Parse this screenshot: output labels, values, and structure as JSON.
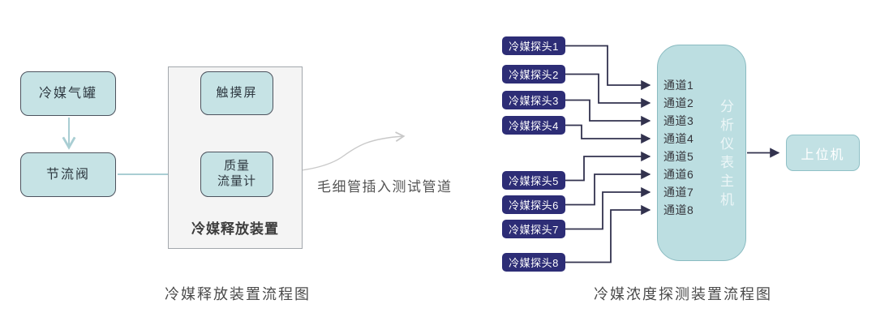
{
  "left_diagram": {
    "caption": "冷媒释放装置流程图",
    "gas_tank": "冷媒气罐",
    "throttle_valve": "节流阀",
    "touch_screen": "触摸屏",
    "mass_flow_meter": {
      "line1": "质量",
      "line2": "流量计"
    },
    "container_label": "冷媒释放装置",
    "annotation": "毛细管插入测试管道"
  },
  "right_diagram": {
    "caption": "冷媒浓度探测装置流程图",
    "probes": [
      "冷媒探头1",
      "冷媒探头2",
      "冷媒探头3",
      "冷媒探头4",
      "冷媒探头5",
      "冷媒探头6",
      "冷媒探头7",
      "冷媒探头8"
    ],
    "channels": [
      "通道1",
      "通道2",
      "通道3",
      "通道4",
      "通道5",
      "通道6",
      "通道7",
      "通道8"
    ],
    "analyzer": "分析仪表主机",
    "host": "上位机"
  },
  "colors": {
    "teal_node_fill": "#c6e3e5",
    "teal_node_border": "#4d535e",
    "teal_arrow": "#a9ced3",
    "container_fill": "#f4f4f4",
    "container_border": "#a3a8ad",
    "curve_arrow": "#c9c9c9",
    "probe_fill": "#2d2d76",
    "probe_text": "#ffffff",
    "connector_line": "#32324e",
    "analyzer_fill": "#bcdee1",
    "analyzer_border": "#8abbc1",
    "analyzer_text": "#ecf6f7",
    "channel_text": "#35353b",
    "caption_text": "#4a4a4a"
  }
}
